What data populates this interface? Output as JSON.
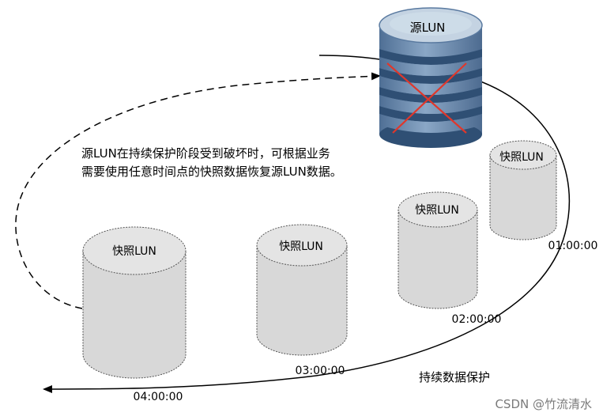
{
  "source_lun": {
    "label": "源LUN",
    "status": "damaged"
  },
  "annotation": {
    "line1": "源LUN在持续保护阶段受到破坏时，可根据业务",
    "line2": "需要使用任意时间点的快照数据恢复源LUN数据。"
  },
  "snapshots": [
    {
      "label": "快照LUN",
      "time": "01:00:00"
    },
    {
      "label": "快照LUN",
      "time": "02:00:00"
    },
    {
      "label": "快照LUN",
      "time": "03:00:00"
    },
    {
      "label": "快照LUN",
      "time": "04:00:00"
    }
  ],
  "timeline_label": "持续数据保护",
  "watermark": "CSDN @竹流清水",
  "colors": {
    "disk_body": "#6f8fb3",
    "disk_band": "#2f4f74",
    "disk_top": "#c4d3e2",
    "cross": "#e0372b",
    "snapshot_fill": "#d8d8d8",
    "line": "#000000"
  }
}
